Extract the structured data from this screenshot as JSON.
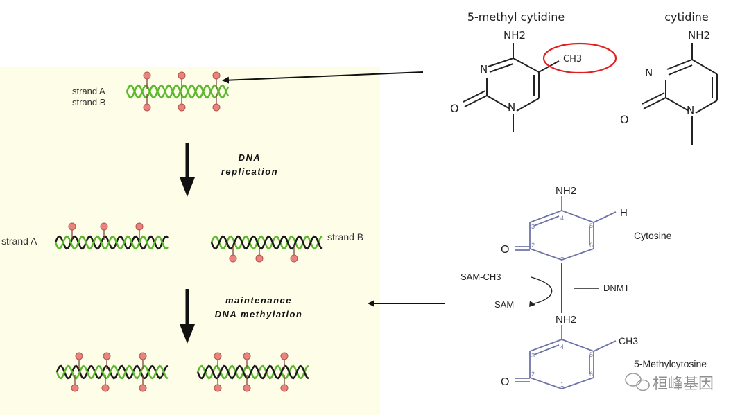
{
  "left_panel": {
    "background": "#fdfde8",
    "strand_top_a": "strand A",
    "strand_top_b": "strand B",
    "step1_line1": "DNA",
    "step1_line2": "replication",
    "daughter_left_label": "strand A",
    "daughter_right_label": "strand B",
    "step2_line1": "maintenance",
    "step2_line2": "DNA methylation"
  },
  "top_right": {
    "methyl_title": "5-methyl cytidine",
    "cytidine_title": "cytidine",
    "nh2": "NH2",
    "ch3": "CH3",
    "n": "N",
    "o": "O",
    "highlight_color": "#e02020"
  },
  "bottom_right": {
    "cytosine": "Cytosine",
    "methylcytosine": "5-Methylcytosine",
    "nh2": "NH2",
    "h": "H",
    "ch3": "CH3",
    "o": "O",
    "sam_ch3": "SAM-CH3",
    "sam": "SAM",
    "dnmt": "DNMT",
    "ring_color": "#6f74a8",
    "numbers": [
      "1",
      "2",
      "3",
      "4",
      "5",
      "6"
    ]
  },
  "watermark": {
    "text": "桓峰基因"
  },
  "colors": {
    "green": "#5cb82e",
    "black": "#1a1a1a",
    "methyl": "#e8837e"
  }
}
